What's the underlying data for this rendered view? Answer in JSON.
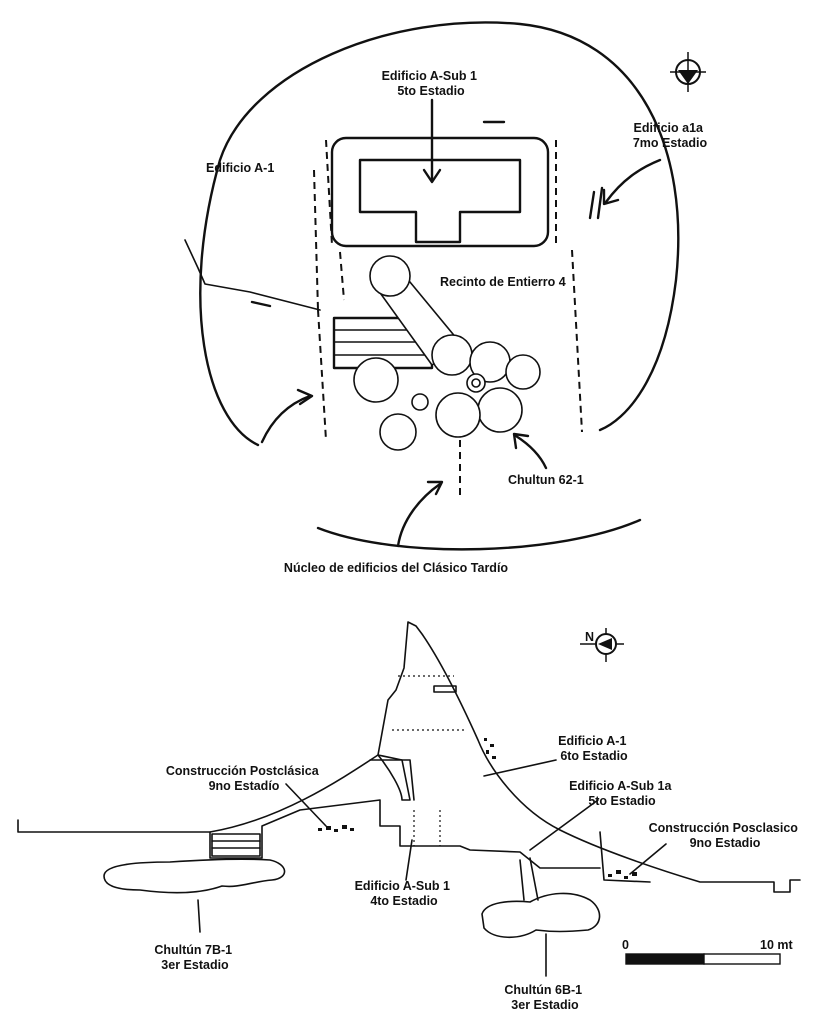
{
  "plan": {
    "edificio_a_sub_1": [
      "Edificio A-Sub 1",
      "5to Estadio"
    ],
    "edificio_a1": "Edificio A-1",
    "edificio_a1a": [
      "Edificio a1a",
      "7mo Estadio"
    ],
    "recinto": "Recinto de Entierro 4",
    "chultun_62_1": "Chultun 62-1",
    "nucleo": "Núcleo de edificios del Clásico Tardío"
  },
  "section": {
    "north_letter": "N",
    "edificio_a1": [
      "Edificio A-1",
      "6to Estadio"
    ],
    "construccion_postclasica": [
      "Construcción Postclásica",
      "9no Estadío"
    ],
    "edificio_a_sub_1a": [
      "Edificio A-Sub 1a",
      "5to Estadio"
    ],
    "construccion_posclasico": [
      "Construcción Posclasico",
      "9no Estadio"
    ],
    "edificio_a_sub_1": [
      "Edificio A-Sub 1",
      "4to Estadio"
    ],
    "chultun_7b1": [
      "Chultún 7B-1",
      "3er Estadio"
    ],
    "chultun_6b1": [
      "Chultún 6B-1",
      "3er Estadio"
    ],
    "scale_start": "0",
    "scale_end": "10 mt"
  }
}
